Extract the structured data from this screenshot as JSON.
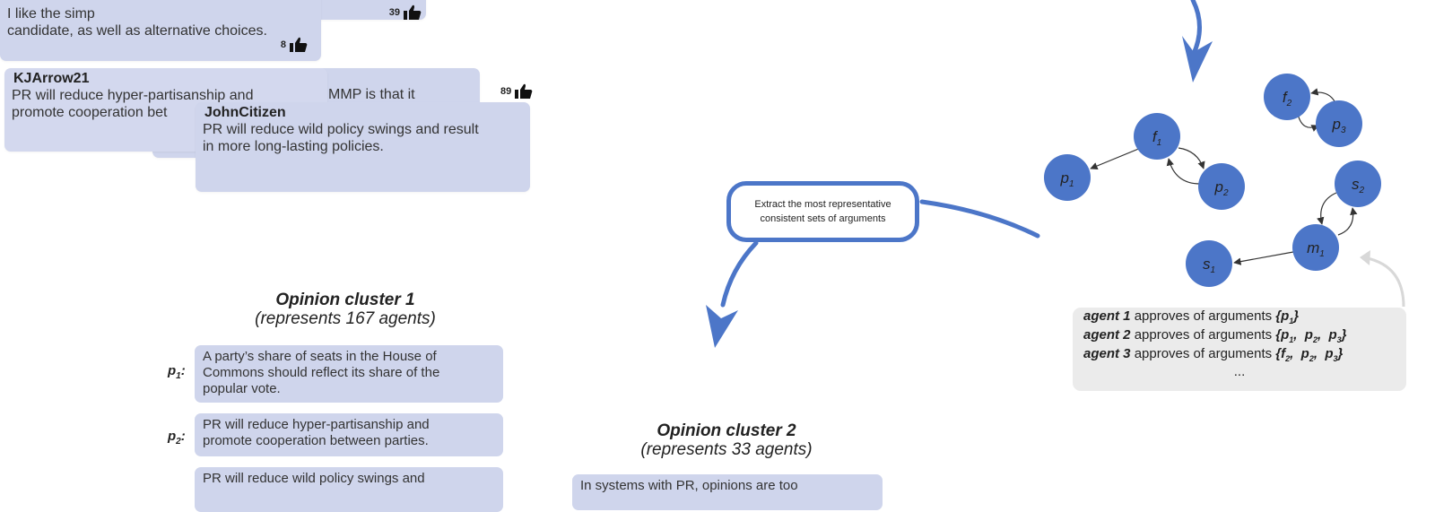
{
  "comments": {
    "top_partial_text": "I like the simp",
    "top_partial_text_tail": "candidate, as well as alternative choices.",
    "top_votes_a": "39",
    "top_votes_b": "8",
    "kjarrow": {
      "user": "KJArrow21",
      "text_line1": "PR will reduce hyper-partisanship and",
      "text_line2": "promote cooperation bet"
    },
    "hidden_partial": "MMP is that it",
    "hidden_votes": "89",
    "johncitizen": {
      "user": "JohnCitizen",
      "text_line1": "PR will reduce wild policy swings and result",
      "text_line2": "in more long-lasting policies."
    }
  },
  "cluster1": {
    "title": "Opinion cluster 1",
    "subtitle": "(represents 167 agents)",
    "args": [
      {
        "label": "p",
        "sub": "1",
        "text_lines": [
          "A party’s share of seats in the House of",
          "Commons should reflect its share of the",
          "popular vote."
        ]
      },
      {
        "label": "p",
        "sub": "2",
        "text_lines": [
          "PR will reduce hyper-partisanship and",
          "promote cooperation between parties."
        ]
      },
      {
        "label": "",
        "sub": "",
        "text_lines": [
          "PR will reduce wild policy swings and"
        ]
      }
    ]
  },
  "cluster2": {
    "title": "Opinion cluster 2",
    "subtitle": "(represents 33 agents)",
    "partial_text": "In systems with PR, opinions are too"
  },
  "bubble": {
    "line1": "Extract the most representative",
    "line2": "consistent sets of arguments"
  },
  "graph_nodes": [
    {
      "id": "f1",
      "base": "f",
      "sub": "1"
    },
    {
      "id": "p1",
      "base": "p",
      "sub": "1"
    },
    {
      "id": "p2",
      "base": "p",
      "sub": "2"
    },
    {
      "id": "f2",
      "base": "f",
      "sub": "2"
    },
    {
      "id": "p3",
      "base": "p",
      "sub": "3"
    },
    {
      "id": "s2",
      "base": "s",
      "sub": "2"
    },
    {
      "id": "m1",
      "base": "m",
      "sub": "1"
    },
    {
      "id": "s1",
      "base": "s",
      "sub": "1"
    }
  ],
  "approvals": {
    "rows": [
      {
        "agent": "agent 1",
        "verb": "approves of arguments",
        "set": "{p1}"
      },
      {
        "agent": "agent 2",
        "verb": "approves of arguments",
        "set": "{p1, p2, p3}"
      },
      {
        "agent": "agent 3",
        "verb": "approves of arguments",
        "set": "{f2, p2, p3}"
      }
    ],
    "ellipsis": "..."
  },
  "colors": {
    "card": "#cfd5ec",
    "node": "#4c76c8",
    "arrow": "#4c76c8",
    "approval_bg": "#ebebeb"
  }
}
